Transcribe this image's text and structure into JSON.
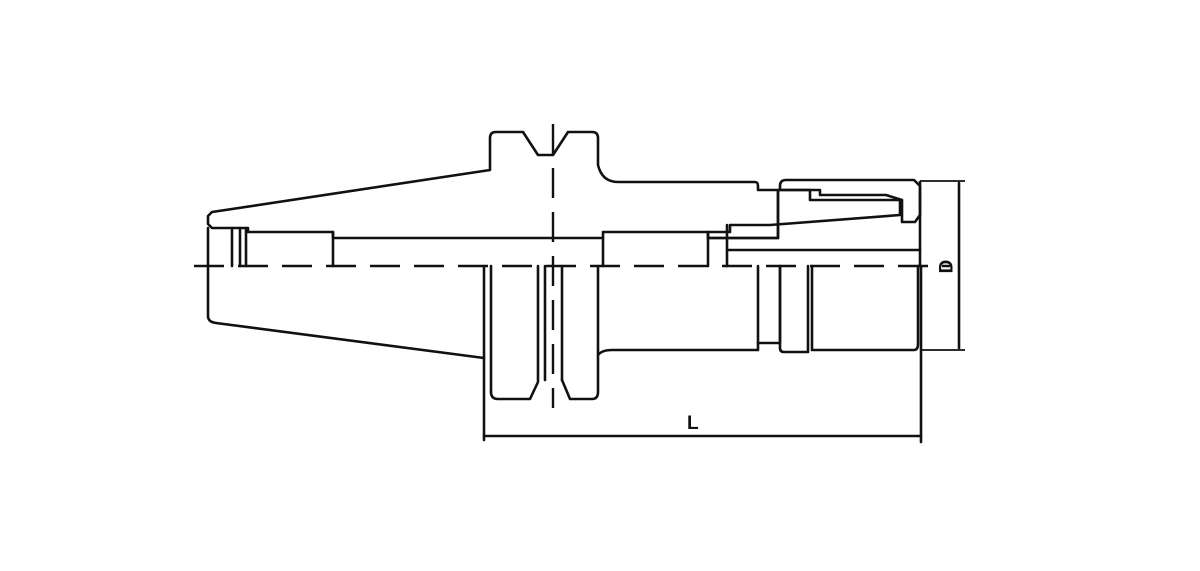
{
  "drawing": {
    "subject": "tool holder cross-section",
    "line_color": "#111111",
    "background": "#ffffff",
    "dimensions": {
      "length_label": "L",
      "diameter_label": "D"
    }
  }
}
